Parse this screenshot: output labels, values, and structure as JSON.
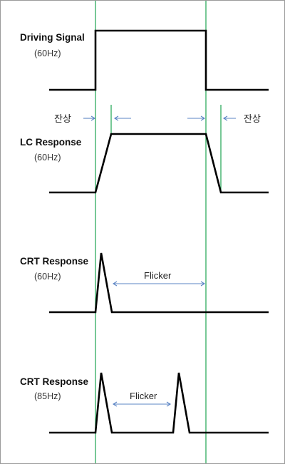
{
  "rows": [
    {
      "title": "Driving Signal",
      "freq": "(60Hz)"
    },
    {
      "title": "LC Response",
      "freq": "(60Hz)"
    },
    {
      "title": "CRT Response",
      "freq": "(60Hz)"
    },
    {
      "title": "CRT Response",
      "freq": "(85Hz)"
    }
  ],
  "annotations": {
    "afterimage_left": "잔상",
    "afterimage_right": "잔상",
    "flicker_60": "Flicker",
    "flicker_85": "Flicker"
  },
  "colors": {
    "guide": "#2eaa5e",
    "arrow": "#5b84c4",
    "waveform": "#000000"
  }
}
